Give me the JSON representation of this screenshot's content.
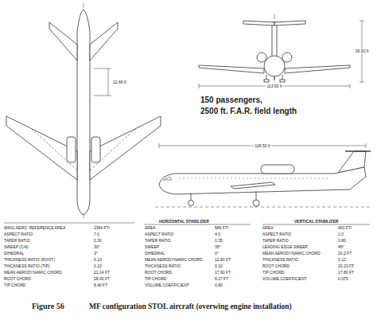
{
  "diagram": {
    "caption": "MF configuration STOL aircraft (overwing engine installation)",
    "labels": [
      "150 passengers,",
      "2500 ft. F.A.R. field length",
      "Figure 56",
      "126.50 ft",
      "113.92 ft",
      "39.30 ft",
      "12.66 ft",
      "WING AERO. REFERENCE AREA",
      "2364 FT²",
      "ASPECT RATIO",
      "7.0",
      "TAPER RATIO",
      "0.30",
      "SWEEP (C/4)",
      "30°",
      "DIHEDRAL",
      "3°",
      "THICKNESS RATIO (ROOT)",
      "0.13",
      "THICKNESS RATIO (TIP)",
      "0.10",
      "MEAN AERODYNAMIC CHORD",
      "21.14 FT",
      "ROOT CHORD",
      "28.00 FT",
      "TIP CHORD",
      "8.40 FT",
      "HORIZONTAL STABILIZER",
      "AREA",
      "586 FT²",
      "ASPECT RATIO",
      "4.0",
      "TAPER RATIO",
      "0.35",
      "SWEEP",
      "35°",
      "DIHEDRAL",
      "0°",
      "MEAN AERODYNAMIC CHORD",
      "12.80 FT",
      "THICKNESS RATIO",
      "0.10",
      "ROOT CHORD",
      "17.90 FT",
      "TIP CHORD",
      "6.27 FT",
      "VOLUME COEFFICIENT",
      "0.80",
      "VERTICAL STABILIZER",
      "AREA",
      "400 FT²",
      "ASPECT RATIO",
      "1.0",
      "TAPER RATIO",
      "0.80",
      "LEADING EDGE SWEEP",
      "45°",
      "MEAN AERODYNAMIC CHORD",
      "20.2 FT",
      "THICKNESS RATIO",
      "0.12",
      "ROOT CHORD",
      "22.23 FT",
      "TIP CHORD",
      "17.80 FT",
      "VOLUME COEFFICIENT",
      "0.075"
    ]
  }
}
